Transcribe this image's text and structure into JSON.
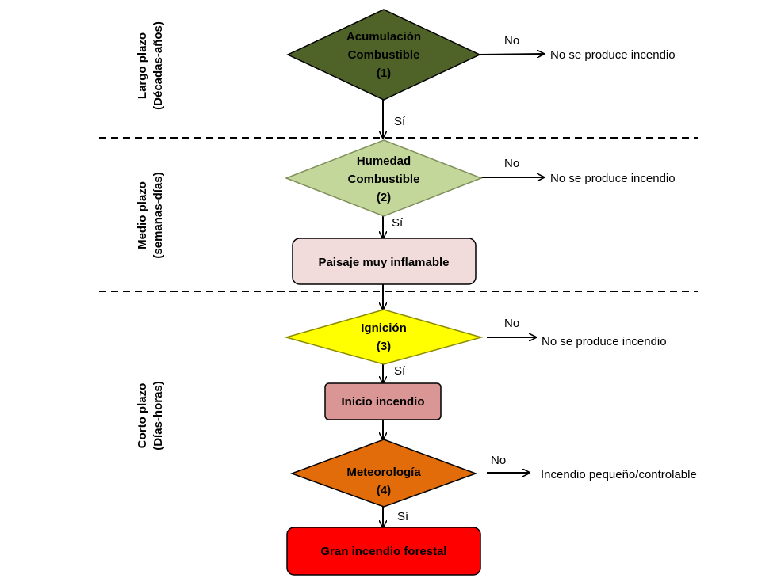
{
  "periods": {
    "long": {
      "line1": "Largo plazo",
      "line2": "(Décadas-años)"
    },
    "medium": {
      "line1": "Medio plazo",
      "line2": "(semanas-días)"
    },
    "short": {
      "line1": "Corto plazo",
      "line2": "(Días-horas)"
    }
  },
  "decisions": {
    "fuel_accumulation": {
      "line1": "Acumulación",
      "line2": "Combustible",
      "line3": "(1)",
      "color": "#4f6228"
    },
    "fuel_moisture": {
      "line1": "Humedad",
      "line2": "Combustible",
      "line3": "(2)",
      "color": "#c4d79b"
    },
    "ignition": {
      "line1": "Ignición",
      "line2": "(3)",
      "color": "#ffff00"
    },
    "meteorology": {
      "line1": "Meteorología",
      "line2": "(4)",
      "color": "#e36c0a"
    }
  },
  "boxes": {
    "flammable_landscape": {
      "label": "Paisaje muy inflamable",
      "color": "#f2dcdb"
    },
    "fire_start": {
      "label": "Inicio incendio",
      "color": "#da9694"
    },
    "large_forest_fire": {
      "label": "Gran incendio forestal",
      "color": "#ff0000"
    }
  },
  "edges": {
    "no": "No",
    "yes": "Sí"
  },
  "outcomes": {
    "no_fire_1": "No se produce incendio",
    "no_fire_2": "No se produce incendio",
    "no_fire_3": "No se produce incendio",
    "small_fire": "Incendio pequeño/controlable"
  }
}
